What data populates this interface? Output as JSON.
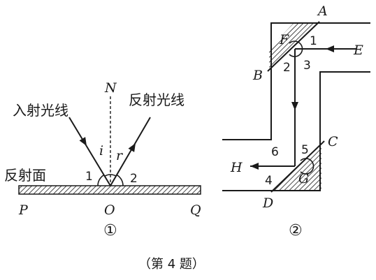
{
  "fig1": {
    "incident_label": "入射光线",
    "reflected_label": "反射光线",
    "surface_label": "反射面",
    "normal": "N",
    "angle_i": "i",
    "angle_r": "r",
    "angle_1": "1",
    "angle_2": "2",
    "point_p": "P",
    "point_o": "O",
    "point_q": "Q",
    "index": "①"
  },
  "fig2": {
    "A": "A",
    "B": "B",
    "C": "C",
    "D": "D",
    "E": "E",
    "F": "F",
    "G": "G",
    "H": "H",
    "n1": "1",
    "n2": "2",
    "n3": "3",
    "n4": "4",
    "n5": "5",
    "n6": "6",
    "index": "②"
  },
  "caption": "（第 4 题）"
}
